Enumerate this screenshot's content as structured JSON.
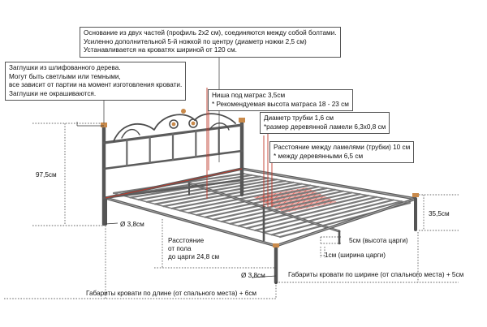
{
  "callouts": {
    "construction": [
      "Основание из двух частей (профиль 2х2 см), соединяются между собой болтами.",
      "Усиленно дополнительной 5-й ножкой по центру (диаметр ножки 2,5 см)",
      "Устанавливается на кроватях шириной от 120 см."
    ],
    "plugs": [
      "Заглушки из шлифованного дерева.",
      "Могут быть светлыми или темными,",
      "все зависит от партии на момент изготовления кровати.",
      "Заглушки не окрашиваются."
    ],
    "niche": [
      "Ниша под матрас 3,5см",
      "* Рекомендуемая высота матраса 18 - 23 см"
    ],
    "tube": [
      "Диаметр трубки 1,6 см",
      "*размер деревянной ламели 6,3х0,8 см"
    ],
    "slat_spacing": [
      "Расстояние между ламелями (трубки) 10 см",
      "* между деревянными 6,5 см"
    ]
  },
  "dimensions": {
    "headboard_height": "97,5см",
    "foot_height": "35,5см",
    "leg_diameter_back": "Ø 3,8см",
    "leg_diameter_front": "Ø 3,8см",
    "floor_clearance": [
      "Расстояние",
      "от пола",
      "до царги 24,8 см"
    ],
    "rail_height": "5см (высота царги)",
    "rail_width": "1см (ширина царги)",
    "overall_width": "Габариты кровати по ширине (от спального места) + 5см",
    "overall_length": "Габариты кровати по длине (от спального места) + 6см"
  },
  "colors": {
    "frame": "#6b6b6b",
    "frame_dark": "#4a4a4a",
    "wood_plug": "#c98a4b",
    "highlight": "#e58a84",
    "red_guide": "#c0392b",
    "dotted": "#333333"
  }
}
